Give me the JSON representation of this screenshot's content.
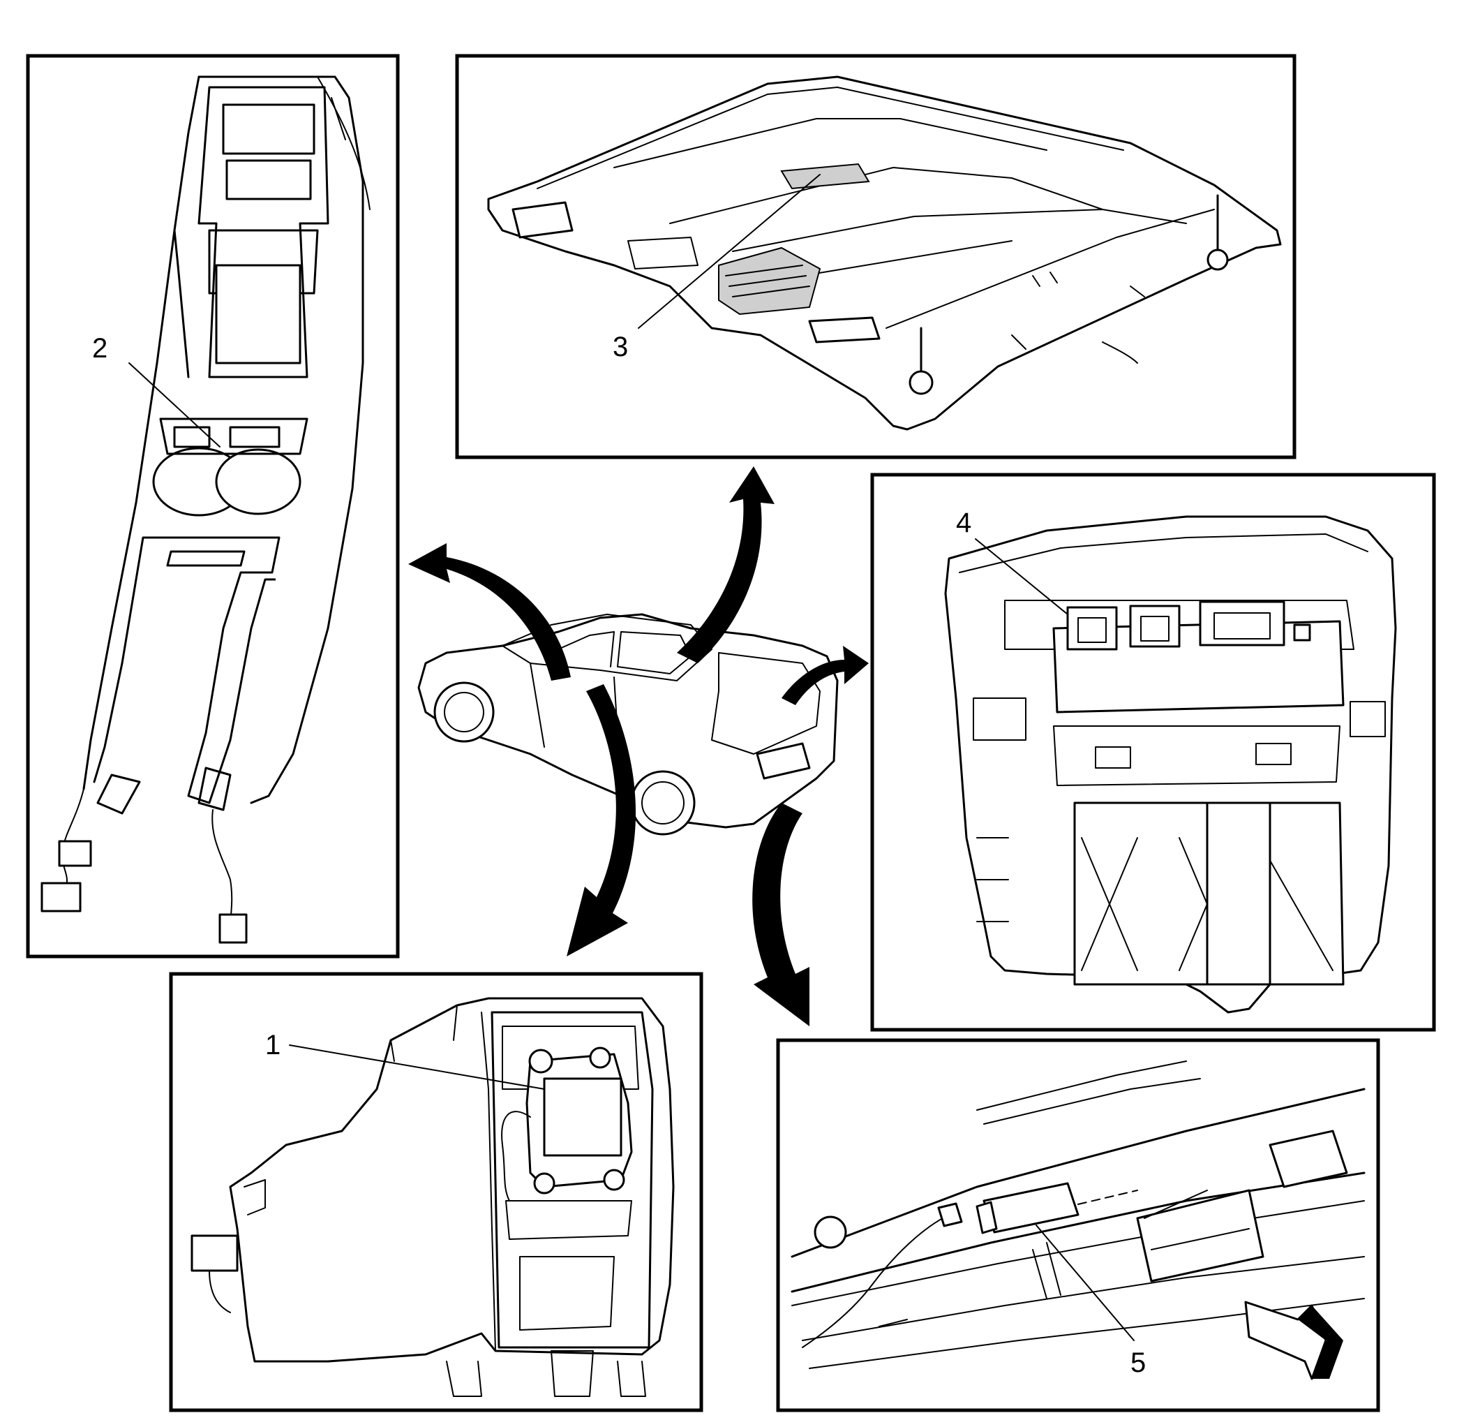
{
  "labels": {
    "callout_1": "1",
    "callout_2": "2",
    "callout_3": "3",
    "callout_4": "4",
    "callout_5": "5"
  },
  "colors": {
    "line": "#000000",
    "background": "#ffffff",
    "shade": "#cfcfcf"
  },
  "icons": {
    "direction_arrows": "curved-arrow-icon",
    "front_arrow": "front-direction-arrow-icon"
  }
}
